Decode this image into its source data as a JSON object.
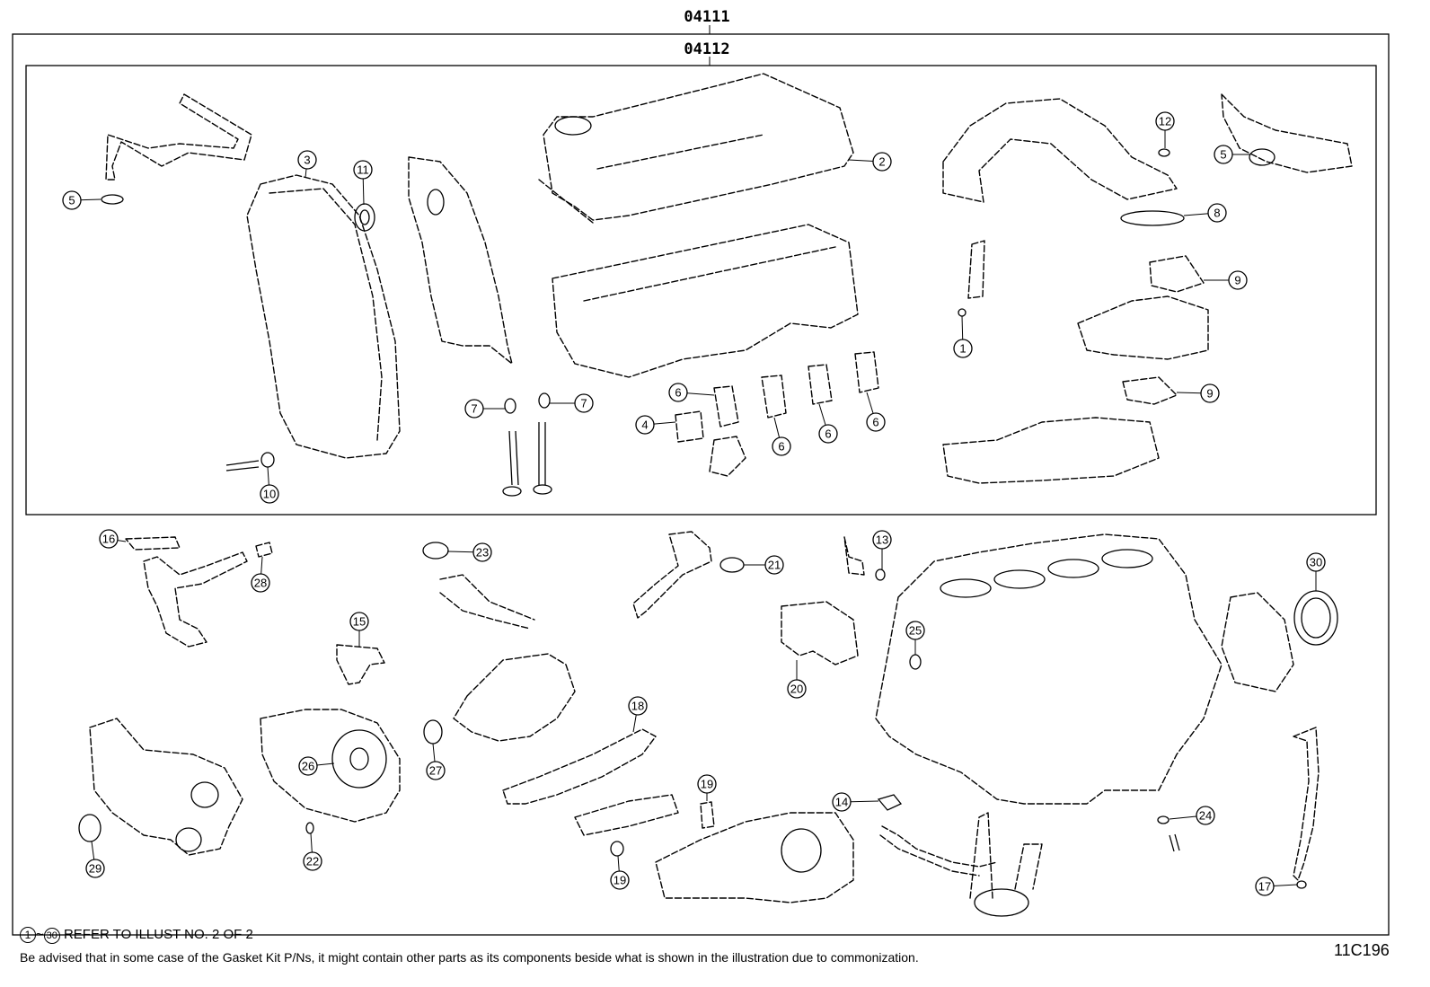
{
  "diagram": {
    "top_part_number": "04111",
    "inner_part_number": "04112",
    "callouts": [
      "1",
      "2",
      "3",
      "4",
      "5",
      "6",
      "7",
      "8",
      "9",
      "10",
      "11",
      "12",
      "13",
      "14",
      "15",
      "16",
      "17",
      "18",
      "19",
      "20",
      "21",
      "22",
      "23",
      "24",
      "25",
      "26",
      "27",
      "28",
      "29",
      "30"
    ],
    "footnote_range_start": "1",
    "footnote_range_sep": "~",
    "footnote_range_end": "30",
    "footnote_text": "REFER TO ILLUST NO. 2 OF 2",
    "advisory_text": "Be advised that in some case of the Gasket Kit P/Ns,  it might contain other parts as its components beside what is shown in the illustration due to commonization.",
    "illustration_code": "11C196"
  }
}
